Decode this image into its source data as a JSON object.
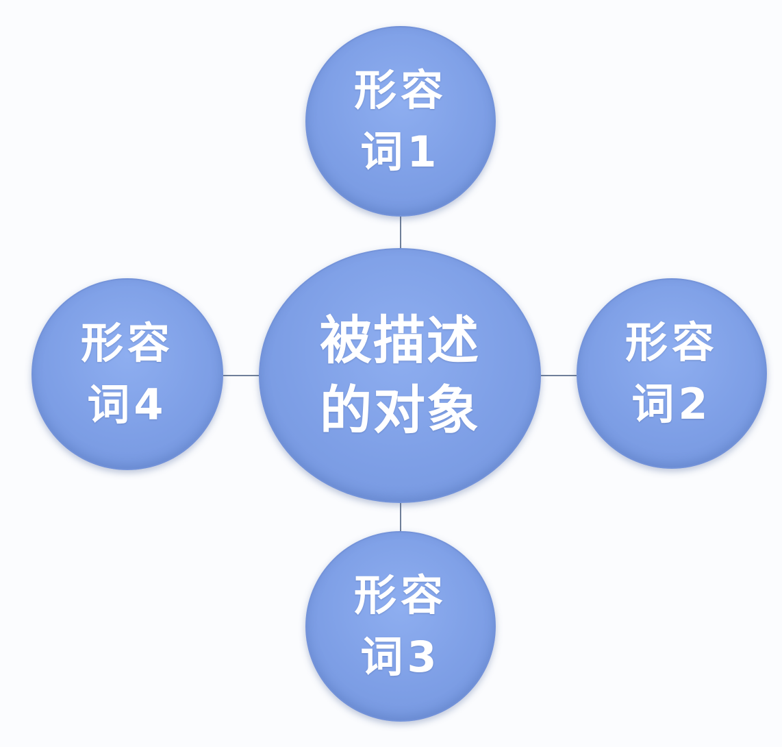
{
  "diagram": {
    "center": {
      "lines": [
        "被描述",
        "的对象"
      ]
    },
    "satellites": [
      {
        "id": "top",
        "lines": [
          "形容",
          "词1"
        ]
      },
      {
        "id": "right",
        "lines": [
          "形容",
          "词2"
        ]
      },
      {
        "id": "bottom",
        "lines": [
          "形容",
          "词3"
        ]
      },
      {
        "id": "left",
        "lines": [
          "形容",
          "词4"
        ]
      }
    ],
    "colors": {
      "node_fill": "#7e9fe6",
      "node_border": "#6e8cd2",
      "connector": "#6f7f99",
      "text": "#ffffff",
      "background": "#fbfcfe"
    }
  }
}
